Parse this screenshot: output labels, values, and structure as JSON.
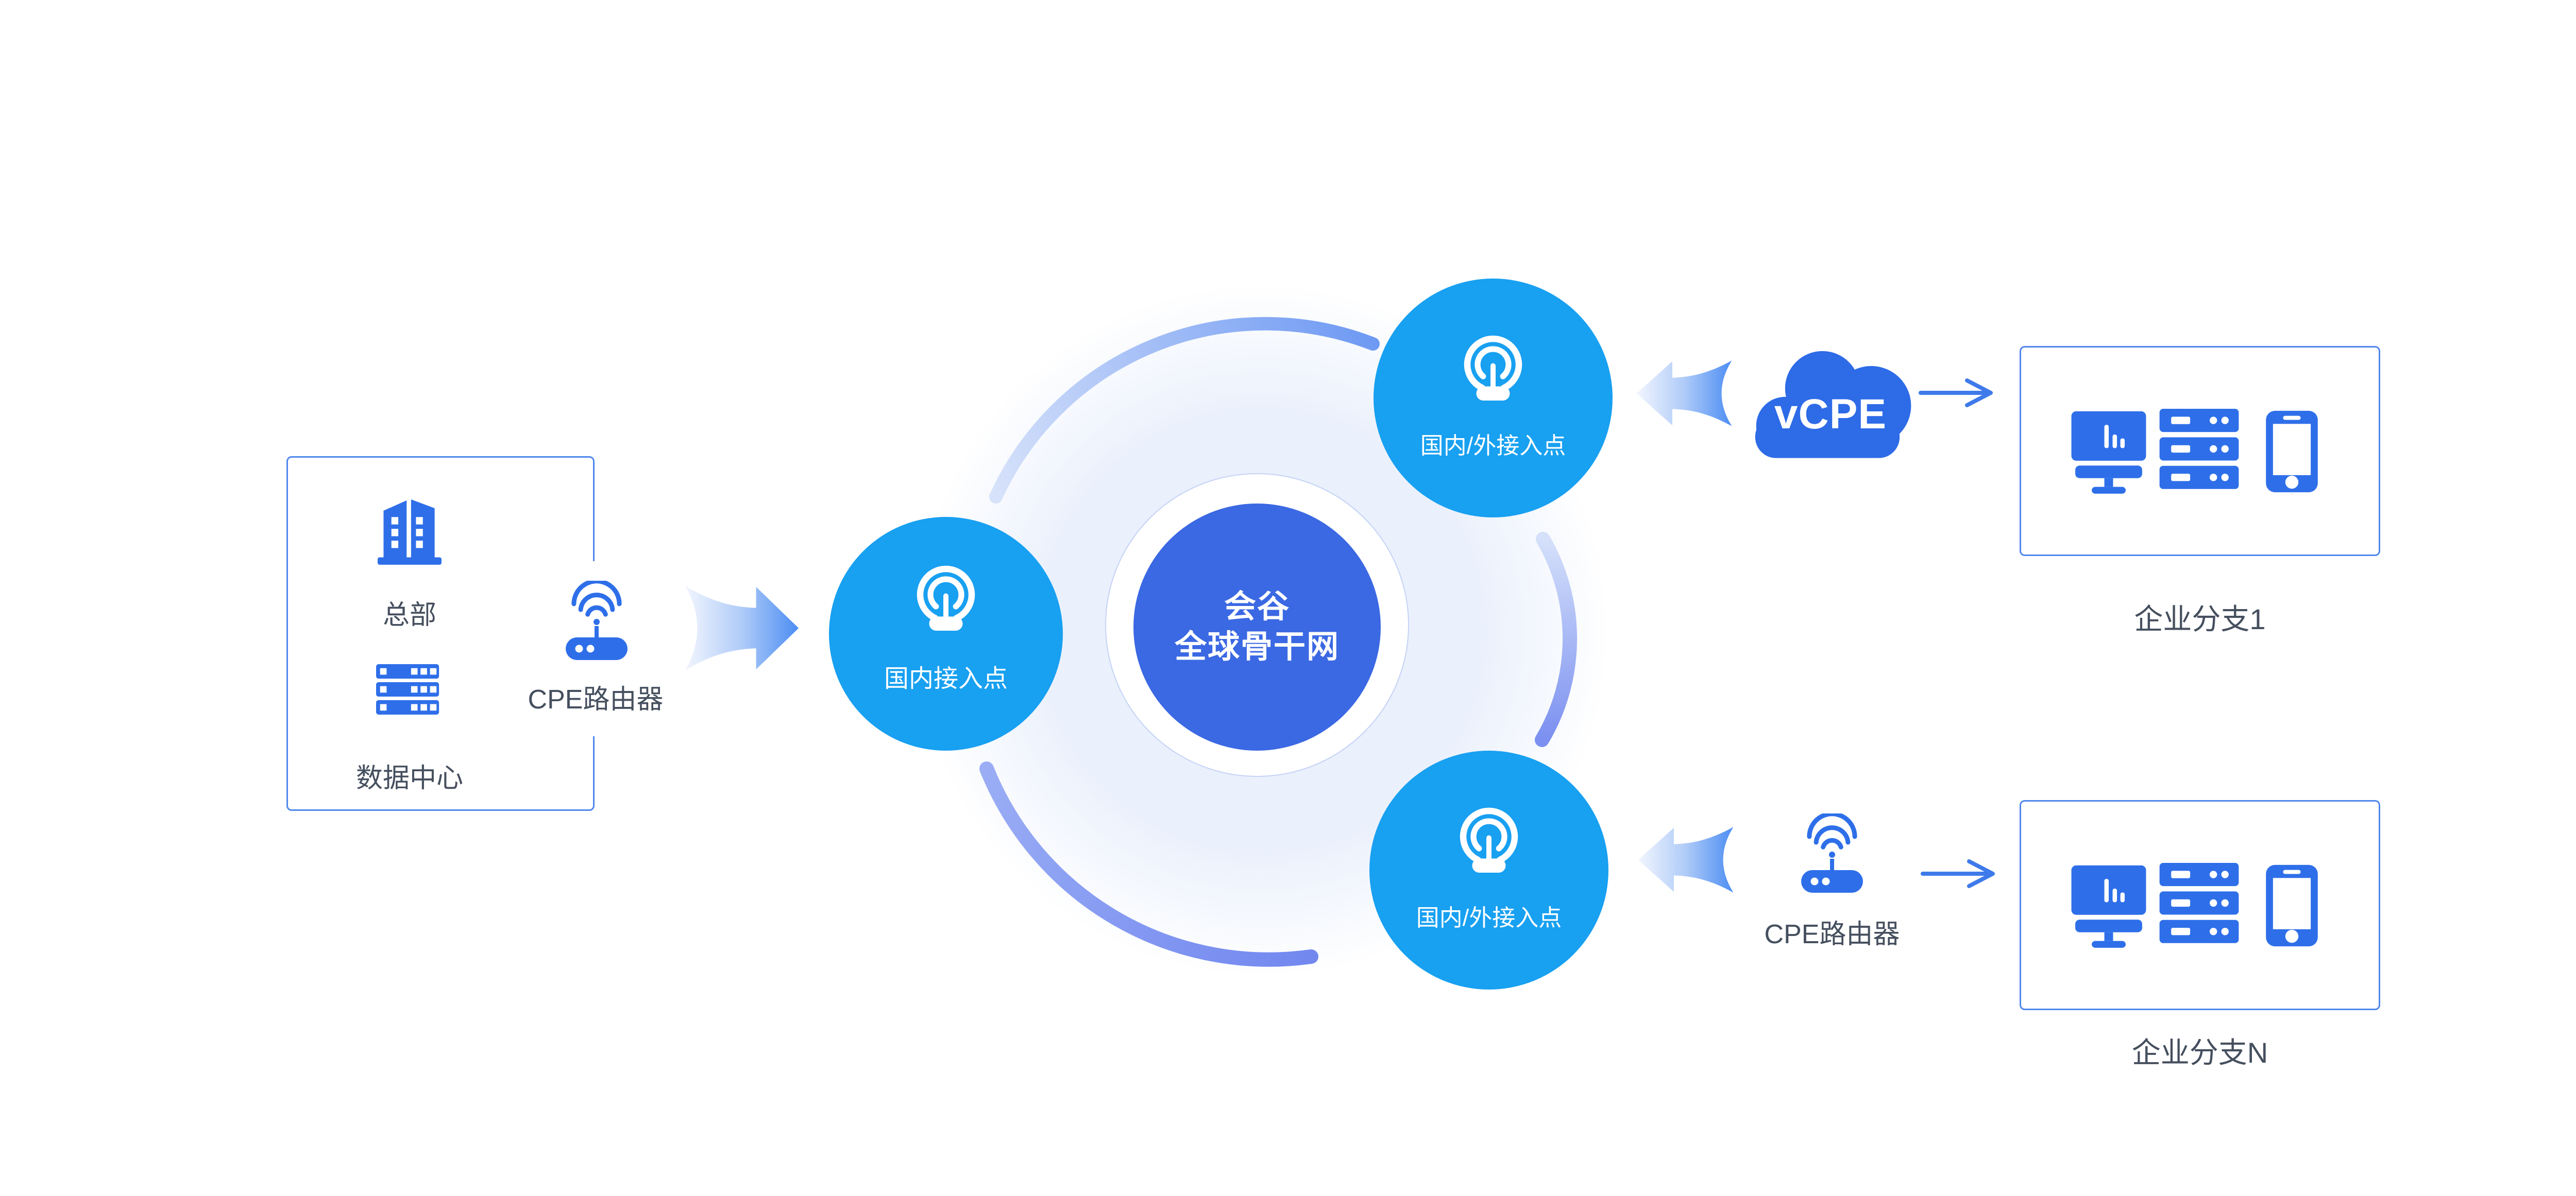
{
  "core": {
    "brand": "会谷",
    "network_line": "全球骨干网"
  },
  "left_box": {
    "hq_label": "总部",
    "datacenter_label": "数据中心"
  },
  "router_top": {
    "label": "CPE路由器"
  },
  "router_bottom": {
    "label": "CPE路由器"
  },
  "pop_domestic": {
    "label": "国内接入点"
  },
  "pop_intl_top": {
    "label": "国内/外接入点"
  },
  "pop_intl_bottom": {
    "label": "国内/外接入点"
  },
  "vcpe_cloud": {
    "label": "vCPE"
  },
  "branch_1": {
    "label": "企业分支1"
  },
  "branch_n": {
    "label": "企业分支N"
  },
  "colors": {
    "accent_azure": "#18A0F1",
    "core_blue": "#3B68E3",
    "icon_blue": "#2E6FE9",
    "cloud_blue": "#2D6BE7",
    "box_border": "#4F87ED",
    "thin_arrow": "#3E7AEA",
    "label_dark": "#454F5E",
    "ring_light": "#D7E2FA",
    "ring_periwinkle": "#7288EF"
  }
}
